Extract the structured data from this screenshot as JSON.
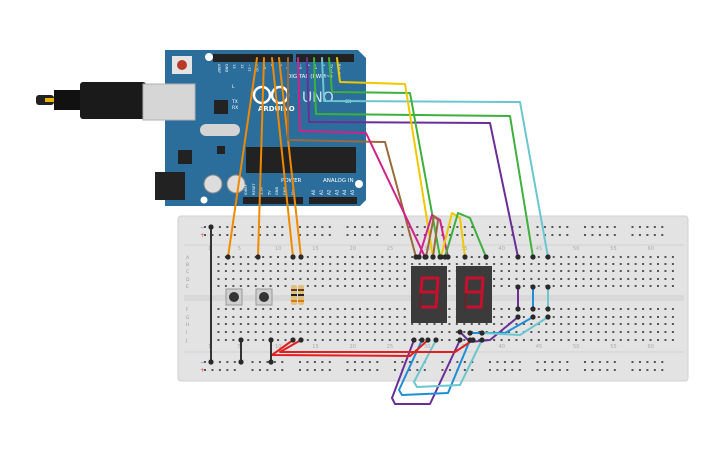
{
  "arduino": {
    "brand": "ARDUINO",
    "model": "UNO",
    "digital_label": "DIGITAL (PWM~)",
    "power_label": "POWER",
    "analog_label": "ANALOG IN",
    "on_label": "ON",
    "led_labels": [
      "L",
      "TX",
      "RX"
    ],
    "top_pin_labels": [
      "AREF",
      "GND",
      "13",
      "12",
      "~11",
      "~10",
      "~9",
      "8",
      "7",
      "~6",
      "~5",
      "4",
      "~3",
      "2",
      "TX→1",
      "RX←0"
    ],
    "power_pin_labels": [
      "IOREF",
      "RESET",
      "3.3V",
      "5V",
      "GND",
      "GND",
      "Vin"
    ],
    "analog_pin_labels": [
      "A0",
      "A1",
      "A2",
      "A3",
      "A4",
      "A5"
    ]
  },
  "breadboard": {
    "row_letters_top": [
      "A",
      "B",
      "C",
      "D",
      "E"
    ],
    "row_letters_bottom": [
      "F",
      "G",
      "H",
      "I",
      "J"
    ],
    "column_numbers": [
      "1",
      "5",
      "10",
      "15",
      "20",
      "25",
      "30",
      "35",
      "40",
      "45",
      "50",
      "55",
      "60"
    ],
    "rail_minus": "−",
    "rail_plus": "+"
  },
  "displays": [
    {
      "digit": "9"
    },
    {
      "digit": "9"
    }
  ],
  "colors": {
    "board": "#2b6e9c",
    "breadboard": "#e6e6e6",
    "orange": "#f08a00",
    "brown": "#9a6a3c",
    "magenta": "#d0228a",
    "purple": "#6a2f96",
    "green": "#3db03d",
    "cyan": "#6cc6cf",
    "yellow": "#f0c800",
    "blue": "#1e8fd6",
    "red": "#e02020",
    "segment_on": "#c8102e",
    "segment_off": "#5a2a2e"
  }
}
